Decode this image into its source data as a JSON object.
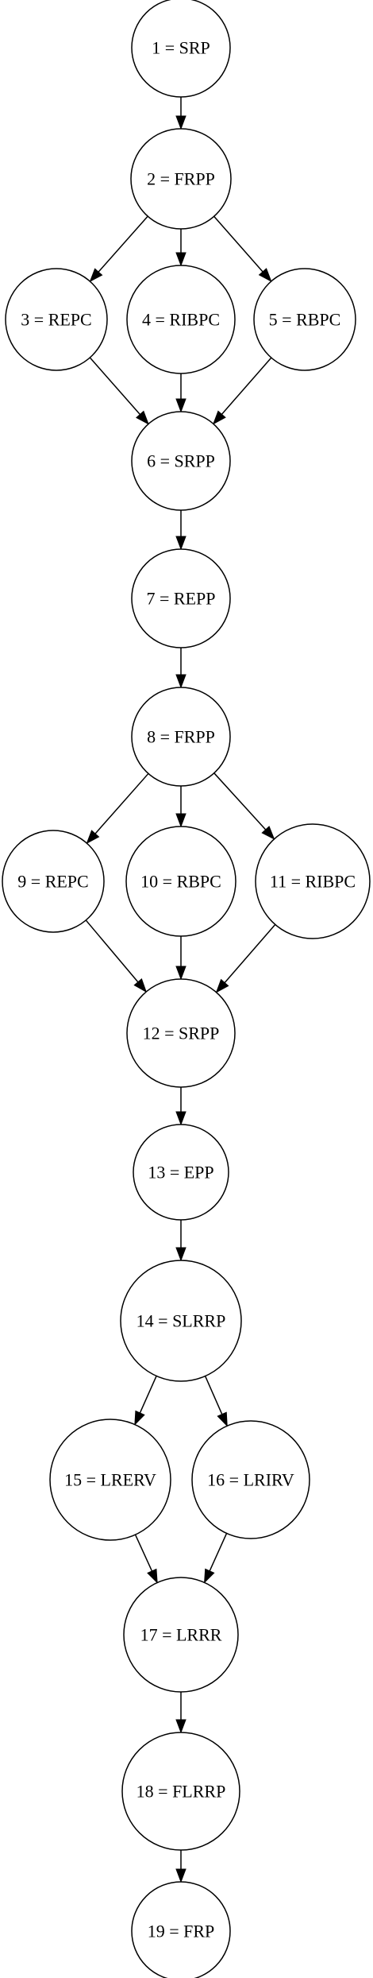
{
  "graph": {
    "nodes": [
      {
        "id": "n1",
        "label": "1 = SRP"
      },
      {
        "id": "n2",
        "label": "2 = FRPP"
      },
      {
        "id": "n3",
        "label": "3 = REPC"
      },
      {
        "id": "n4",
        "label": "4 = RIBPC"
      },
      {
        "id": "n5",
        "label": "5 = RBPC"
      },
      {
        "id": "n6",
        "label": "6 = SRPP"
      },
      {
        "id": "n7",
        "label": "7 = REPP"
      },
      {
        "id": "n8",
        "label": "8 = FRPP"
      },
      {
        "id": "n9",
        "label": "9 = REPC"
      },
      {
        "id": "n10",
        "label": "10 = RBPC"
      },
      {
        "id": "n11",
        "label": "11 = RIBPC"
      },
      {
        "id": "n12",
        "label": "12 = SRPP"
      },
      {
        "id": "n13",
        "label": "13 = EPP"
      },
      {
        "id": "n14",
        "label": "14 = SLRRP"
      },
      {
        "id": "n15",
        "label": "15 = LRERV"
      },
      {
        "id": "n16",
        "label": "16 = LRIRV"
      },
      {
        "id": "n17",
        "label": "17 = LRRR"
      },
      {
        "id": "n18",
        "label": "18 = FLRRP"
      },
      {
        "id": "n19",
        "label": "19 = FRP"
      }
    ],
    "edges": [
      {
        "from": "n1",
        "to": "n2"
      },
      {
        "from": "n2",
        "to": "n3"
      },
      {
        "from": "n2",
        "to": "n4"
      },
      {
        "from": "n2",
        "to": "n5"
      },
      {
        "from": "n3",
        "to": "n6"
      },
      {
        "from": "n4",
        "to": "n6"
      },
      {
        "from": "n5",
        "to": "n6"
      },
      {
        "from": "n6",
        "to": "n7"
      },
      {
        "from": "n7",
        "to": "n8"
      },
      {
        "from": "n8",
        "to": "n9"
      },
      {
        "from": "n8",
        "to": "n10"
      },
      {
        "from": "n8",
        "to": "n11"
      },
      {
        "from": "n9",
        "to": "n12"
      },
      {
        "from": "n10",
        "to": "n12"
      },
      {
        "from": "n11",
        "to": "n12"
      },
      {
        "from": "n12",
        "to": "n13"
      },
      {
        "from": "n13",
        "to": "n14"
      },
      {
        "from": "n14",
        "to": "n15"
      },
      {
        "from": "n14",
        "to": "n16"
      },
      {
        "from": "n15",
        "to": "n17"
      },
      {
        "from": "n16",
        "to": "n17"
      },
      {
        "from": "n17",
        "to": "n18"
      },
      {
        "from": "n18",
        "to": "n19"
      }
    ]
  }
}
